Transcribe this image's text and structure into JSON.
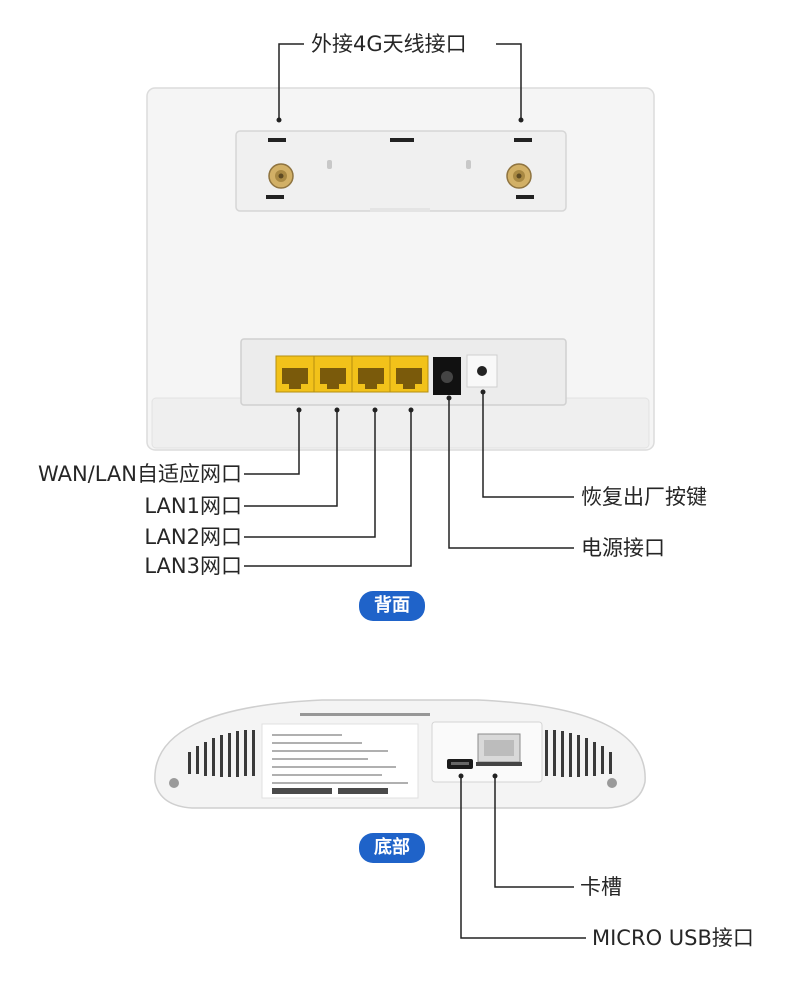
{
  "back_view": {
    "antenna_label": "外接4G天线接口",
    "wan_lan_label": "WAN/LAN自适应网口",
    "lan1_label": "LAN1网口",
    "lan2_label": "LAN2网口",
    "lan3_label": "LAN3网口",
    "reset_label": "恢复出厂按键",
    "power_label": "电源接口",
    "badge": "背面"
  },
  "bottom_view": {
    "sim_label": "卡槽",
    "usb_label": "MICRO USB接口",
    "badge": "底部"
  },
  "colors": {
    "badge_blue": "#1f63c9",
    "leader_line": "#222222",
    "port_yellow": "#f2c21a",
    "device_white": "#f4f4f4"
  }
}
